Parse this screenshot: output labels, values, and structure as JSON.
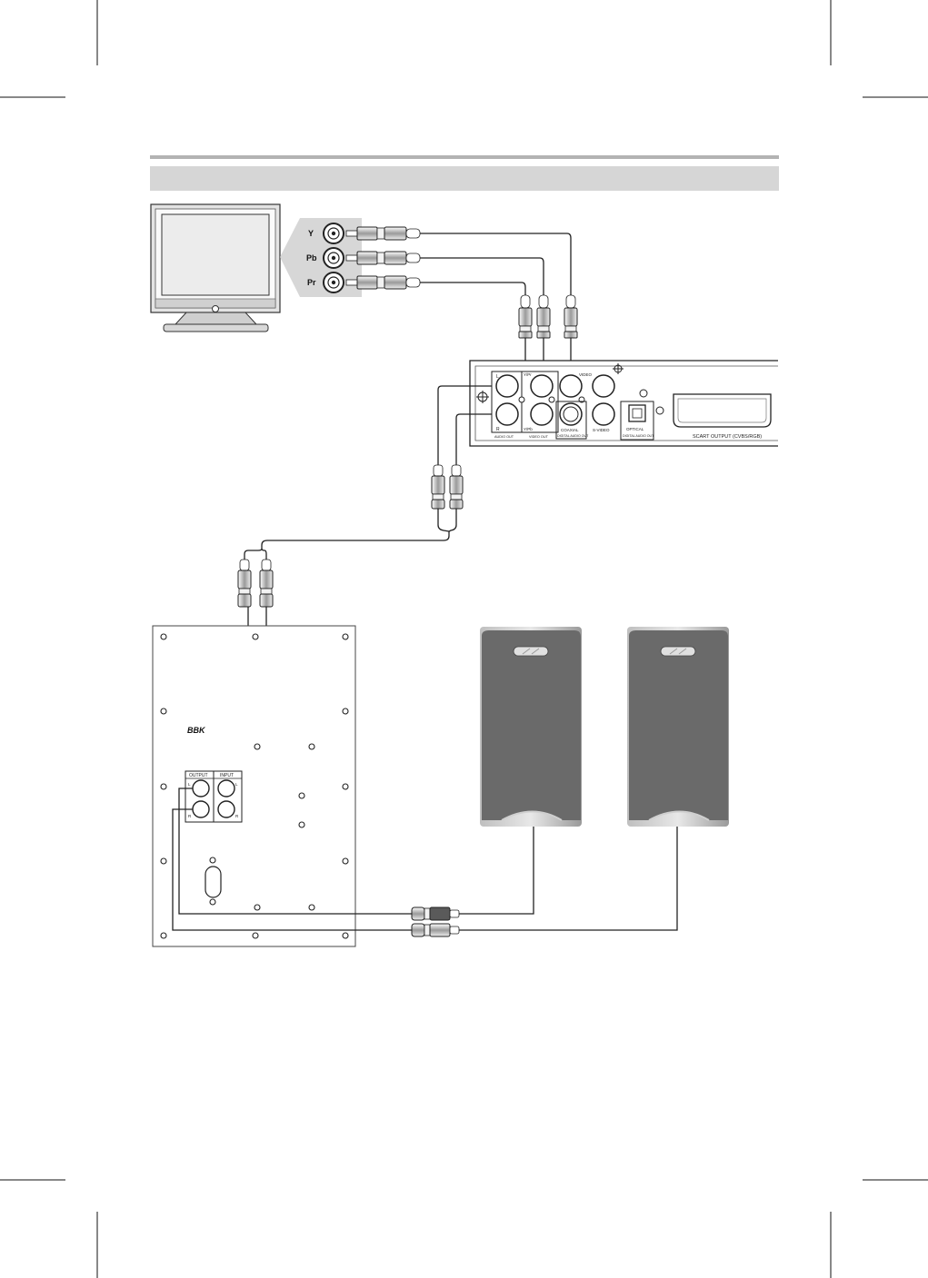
{
  "tv": {
    "jack_labels": [
      "Y",
      "Pb",
      "Pr"
    ]
  },
  "dvd_player": {
    "labels": {
      "audio_l": "L",
      "audio_r": "R",
      "y_pr": "Y/Pr",
      "y_pb": "Y/Pb",
      "video": "VIDEO",
      "audio_out": "AUDIO OUT",
      "video_out": "VIDEO OUT",
      "coaxial": "COAXIAL",
      "digital_audio_out_coax": "DIGITAL AUDIO OUT",
      "s_video": "S-VIDEO",
      "optical": "OPTICAL",
      "digital_audio_out_opt": "DIGITAL AUDIO OUT",
      "scart": "SCART OUTPUT (CVBS/RGB)"
    }
  },
  "subwoofer": {
    "brand": "BBK",
    "output_label": "OUTPUT",
    "input_label": "INPUT",
    "out_l": "L",
    "out_r": "R",
    "in_l": "L",
    "in_r": "R"
  },
  "colors": {
    "line": "#222222",
    "rule": "#b3b3b3",
    "panel_grey": "#d6d6d6",
    "speaker_grey": "#6a6a6a"
  }
}
